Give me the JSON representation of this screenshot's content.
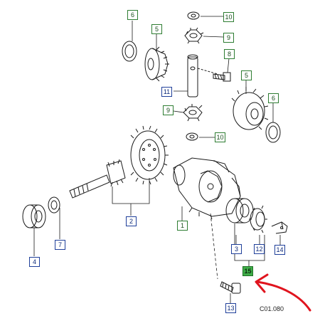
{
  "code": "C01.080",
  "callouts": [
    {
      "id": "c6a",
      "text": "6",
      "variant": "green"
    },
    {
      "id": "c10a",
      "text": "10",
      "variant": "green"
    },
    {
      "id": "c5a",
      "text": "5",
      "variant": "green"
    },
    {
      "id": "c9a",
      "text": "9",
      "variant": "green"
    },
    {
      "id": "c8",
      "text": "8",
      "variant": "green"
    },
    {
      "id": "c5b",
      "text": "5",
      "variant": "green"
    },
    {
      "id": "c11",
      "text": "11",
      "variant": "blue"
    },
    {
      "id": "c6b",
      "text": "6",
      "variant": "green"
    },
    {
      "id": "c9b",
      "text": "9",
      "variant": "green"
    },
    {
      "id": "c10b",
      "text": "10",
      "variant": "green"
    },
    {
      "id": "c2",
      "text": "2",
      "variant": "blue"
    },
    {
      "id": "c1",
      "text": "1",
      "variant": "green"
    },
    {
      "id": "c7",
      "text": "7",
      "variant": "blue"
    },
    {
      "id": "c4",
      "text": "4",
      "variant": "blue"
    },
    {
      "id": "c3",
      "text": "3",
      "variant": "blue"
    },
    {
      "id": "c12",
      "text": "12",
      "variant": "blue"
    },
    {
      "id": "c14",
      "text": "14",
      "variant": "blue"
    },
    {
      "id": "c15",
      "text": "15",
      "variant": "filled"
    },
    {
      "id": "c13",
      "text": "13",
      "variant": "blue"
    }
  ],
  "colors": {
    "line": "#1a1a1a",
    "arrow": "#e0141e",
    "label_blue": "#1f3f9a",
    "label_green": "#2e7d32",
    "label_fill": "#3fae49"
  }
}
